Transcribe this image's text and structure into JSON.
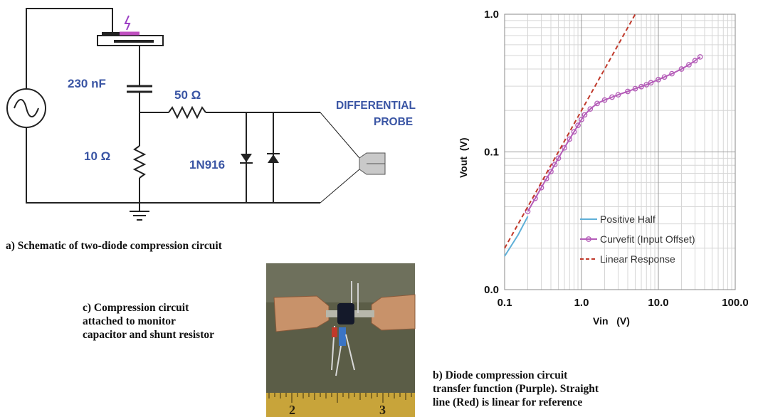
{
  "schematic": {
    "cap_label": "230 nF",
    "r50_label": "50 Ω",
    "r10_label": "10 Ω",
    "diode_label": "1N916",
    "probe_line1": "DIFFERENTIAL",
    "probe_line2": "PROBE",
    "caption": "a) Schematic of two-diode compression circuit"
  },
  "photo": {
    "caption_lines": [
      "c) Compression circuit",
      "attached to monitor",
      "capacitor and shunt resistor"
    ],
    "ruler_labels": [
      "2",
      "3"
    ]
  },
  "chart_caption_lines": [
    "b) Diode compression circuit",
    "transfer function (Purple). Straight",
    "line (Red) is linear for reference"
  ],
  "chart_data": {
    "type": "line",
    "xlabel": "Vin   (V)",
    "ylabel": "Vout  (V)",
    "xscale": "log",
    "yscale": "log",
    "xlim": [
      0.1,
      100
    ],
    "ylim": [
      0.01,
      1.0
    ],
    "x_tick_labels": [
      "0.1",
      "1.0",
      "10.0",
      "100.0"
    ],
    "x_tick_values": [
      0.1,
      1,
      10,
      100
    ],
    "y_tick_labels": [
      "0.0",
      "0.1",
      "1.0"
    ],
    "y_tick_values": [
      0.01,
      0.1,
      1.0
    ],
    "grid": true,
    "legend_position": "bottom-right",
    "series": [
      {
        "name": "Positive Half",
        "color": "#5fb0d8",
        "style": "solid",
        "x": [
          0.1,
          0.15,
          0.2
        ],
        "y": [
          0.0175,
          0.025,
          0.034
        ]
      },
      {
        "name": "Curvefit (Input Offset)",
        "color": "#b45cb8",
        "style": "solid-markers",
        "x": [
          0.2,
          0.25,
          0.3,
          0.35,
          0.4,
          0.45,
          0.5,
          0.6,
          0.7,
          0.8,
          0.9,
          1.0,
          1.1,
          1.3,
          1.6,
          2.0,
          2.5,
          3.0,
          4.0,
          5.0,
          6.0,
          7.0,
          8.0,
          10.0,
          12.0,
          15.0,
          20.0,
          25.0,
          30.0,
          35.0
        ],
        "y": [
          0.037,
          0.046,
          0.055,
          0.064,
          0.072,
          0.081,
          0.09,
          0.107,
          0.124,
          0.14,
          0.156,
          0.172,
          0.186,
          0.205,
          0.225,
          0.238,
          0.25,
          0.26,
          0.275,
          0.288,
          0.298,
          0.308,
          0.318,
          0.335,
          0.35,
          0.37,
          0.4,
          0.43,
          0.46,
          0.49
        ]
      },
      {
        "name": "Linear Response",
        "color": "#c0392b",
        "style": "dashed",
        "x": [
          0.1,
          1.0,
          5.0
        ],
        "y": [
          0.02,
          0.2,
          1.0
        ]
      }
    ]
  }
}
